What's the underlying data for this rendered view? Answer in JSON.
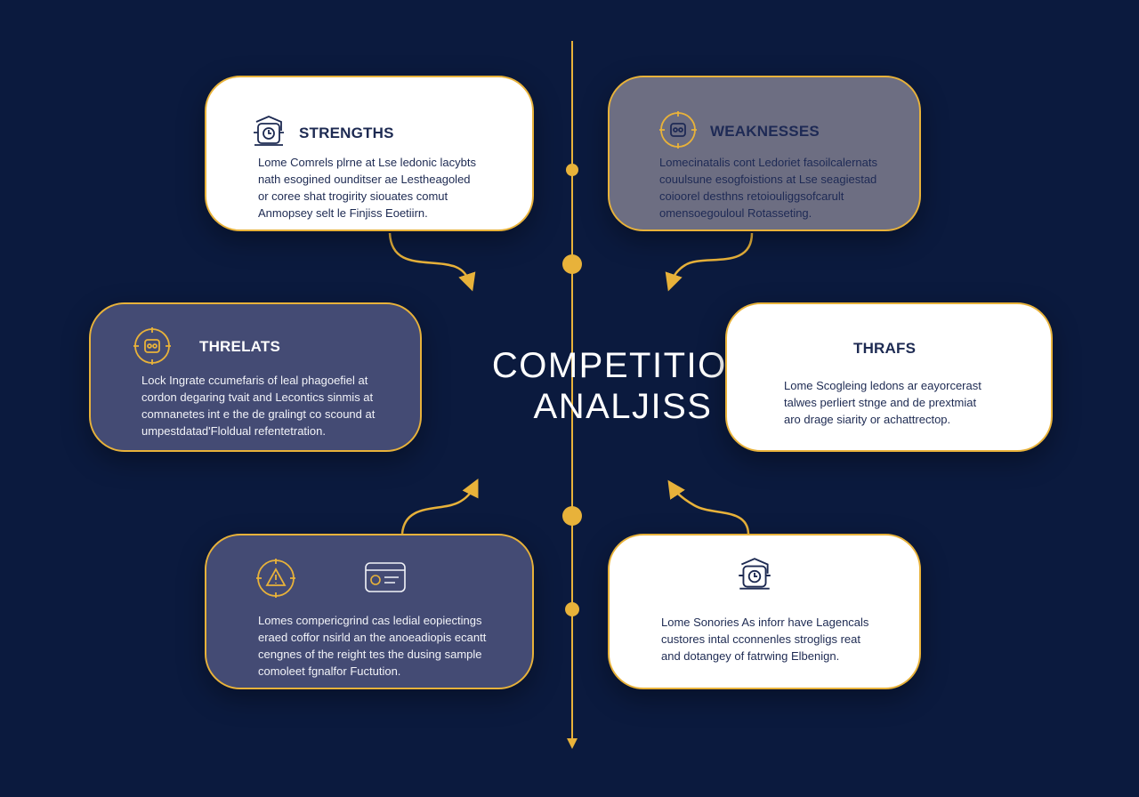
{
  "center": {
    "title": "COMPETITIOR\nANALJISS"
  },
  "colors": {
    "background": "#0b1a3e",
    "accent": "#e8b23a",
    "card_light": "#ffffff",
    "card_grey": "#6d6e82",
    "card_slate": "#444b74"
  },
  "cards": {
    "strengths": {
      "title": "STRENGTHS",
      "icon": "shield-gear-icon",
      "body": "Lome Comrels plrne at Lse ledonic lacybts\nnath esogined ounditser ae Lestheagoled\nor coree shat trogirity siouates comut\nAnmopsey selt le Finjiss Eoetiirn."
    },
    "weaknesses": {
      "title": "WEAKNESSES",
      "icon": "target-robot-icon",
      "body": "Lomecinatalis cont Ledoriet fasoilcalernats\ncouulsune esogfoistions at Lse seagiestad\ncoioorel desthns retoiouliggsofcarult\nomensoegouloul Rotasseting."
    },
    "threats": {
      "title": "THRELATS",
      "icon": "target-robot-icon",
      "body": "Lock Ingrate ccumefaris of leal phagoefiel at\ncordon degaring tvait and Lecontics sinmis at\ncomnanetes int e the de gralingt co scound at\numpestdatad'Floldual refentetration."
    },
    "thrafs": {
      "title": "THRAFS",
      "body": "Lome Scogleing ledons ar eayorcerast\ntalwes perliert stnge and de prextmiat\naro drage siarity or achattrectop."
    },
    "bottom_left": {
      "icon_left": "warning-target-icon",
      "icon_right": "document-card-icon",
      "body": "Lomes compericgrind cas ledial eopiectings\neraed coffor nsirld an the anoeadiopis ecantt\ncengnes of the reight tes the dusing sample\ncomoleet fgnalfor Fuctution."
    },
    "bottom_right": {
      "icon": "shield-gear-icon",
      "body": "Lome Sonories As inforr have Lagencals\ncustores intal cconnenles strogligs reat\nand dotangey of fatrwing Elbenign."
    }
  }
}
